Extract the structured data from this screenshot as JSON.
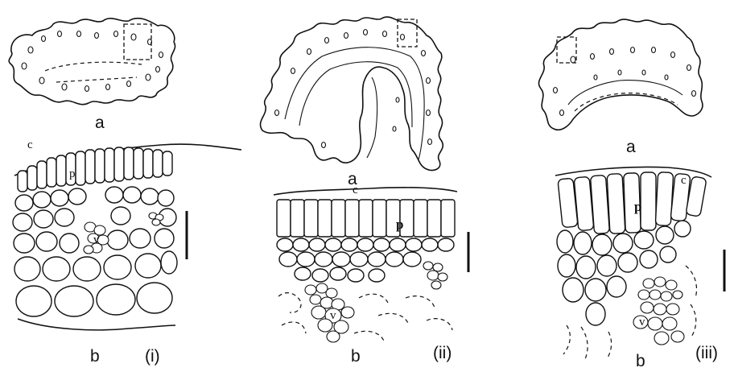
{
  "figure": {
    "panels": [
      {
        "id": "i",
        "label": "(i)",
        "a_label": "a",
        "b_label": "b",
        "tissue_labels": {
          "cuticle": "c",
          "palisade": "p",
          "vascular": "v"
        }
      },
      {
        "id": "ii",
        "label": "(ii)",
        "a_label": "a",
        "b_label": "b",
        "tissue_labels": {
          "cuticle": "c",
          "palisade": "p",
          "vascular": "v"
        }
      },
      {
        "id": "iii",
        "label": "(iii)",
        "a_label": "a",
        "b_label": "b",
        "tissue_labels": {
          "cuticle": "c",
          "palisade": "p",
          "vascular": "v"
        }
      }
    ]
  }
}
